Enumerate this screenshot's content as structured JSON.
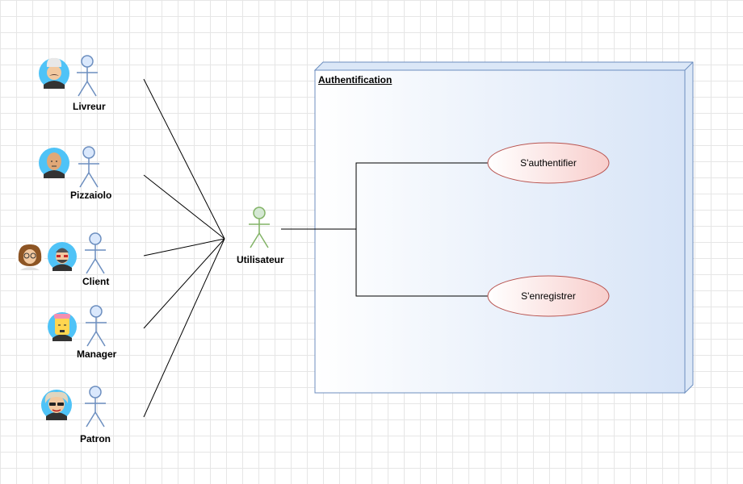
{
  "package": {
    "title": "Authentification"
  },
  "actors": {
    "livreur": "Livreur",
    "pizzaiolo": "Pizzaiolo",
    "client": "Client",
    "manager": "Manager",
    "patron": "Patron",
    "utilisateur": "Utilisateur"
  },
  "use_cases": {
    "authenticate": "S'authentifier",
    "register": "S'enregistrer"
  },
  "colors": {
    "actor_stroke": "#6c8ebf",
    "actor_fill": "#dae8fc",
    "user_stroke": "#82b366",
    "user_fill": "#d5e8d4",
    "usecase_fill": "#f8cecc",
    "usecase_stroke": "#b85450",
    "avatar_bg": "#4fc3f7"
  }
}
